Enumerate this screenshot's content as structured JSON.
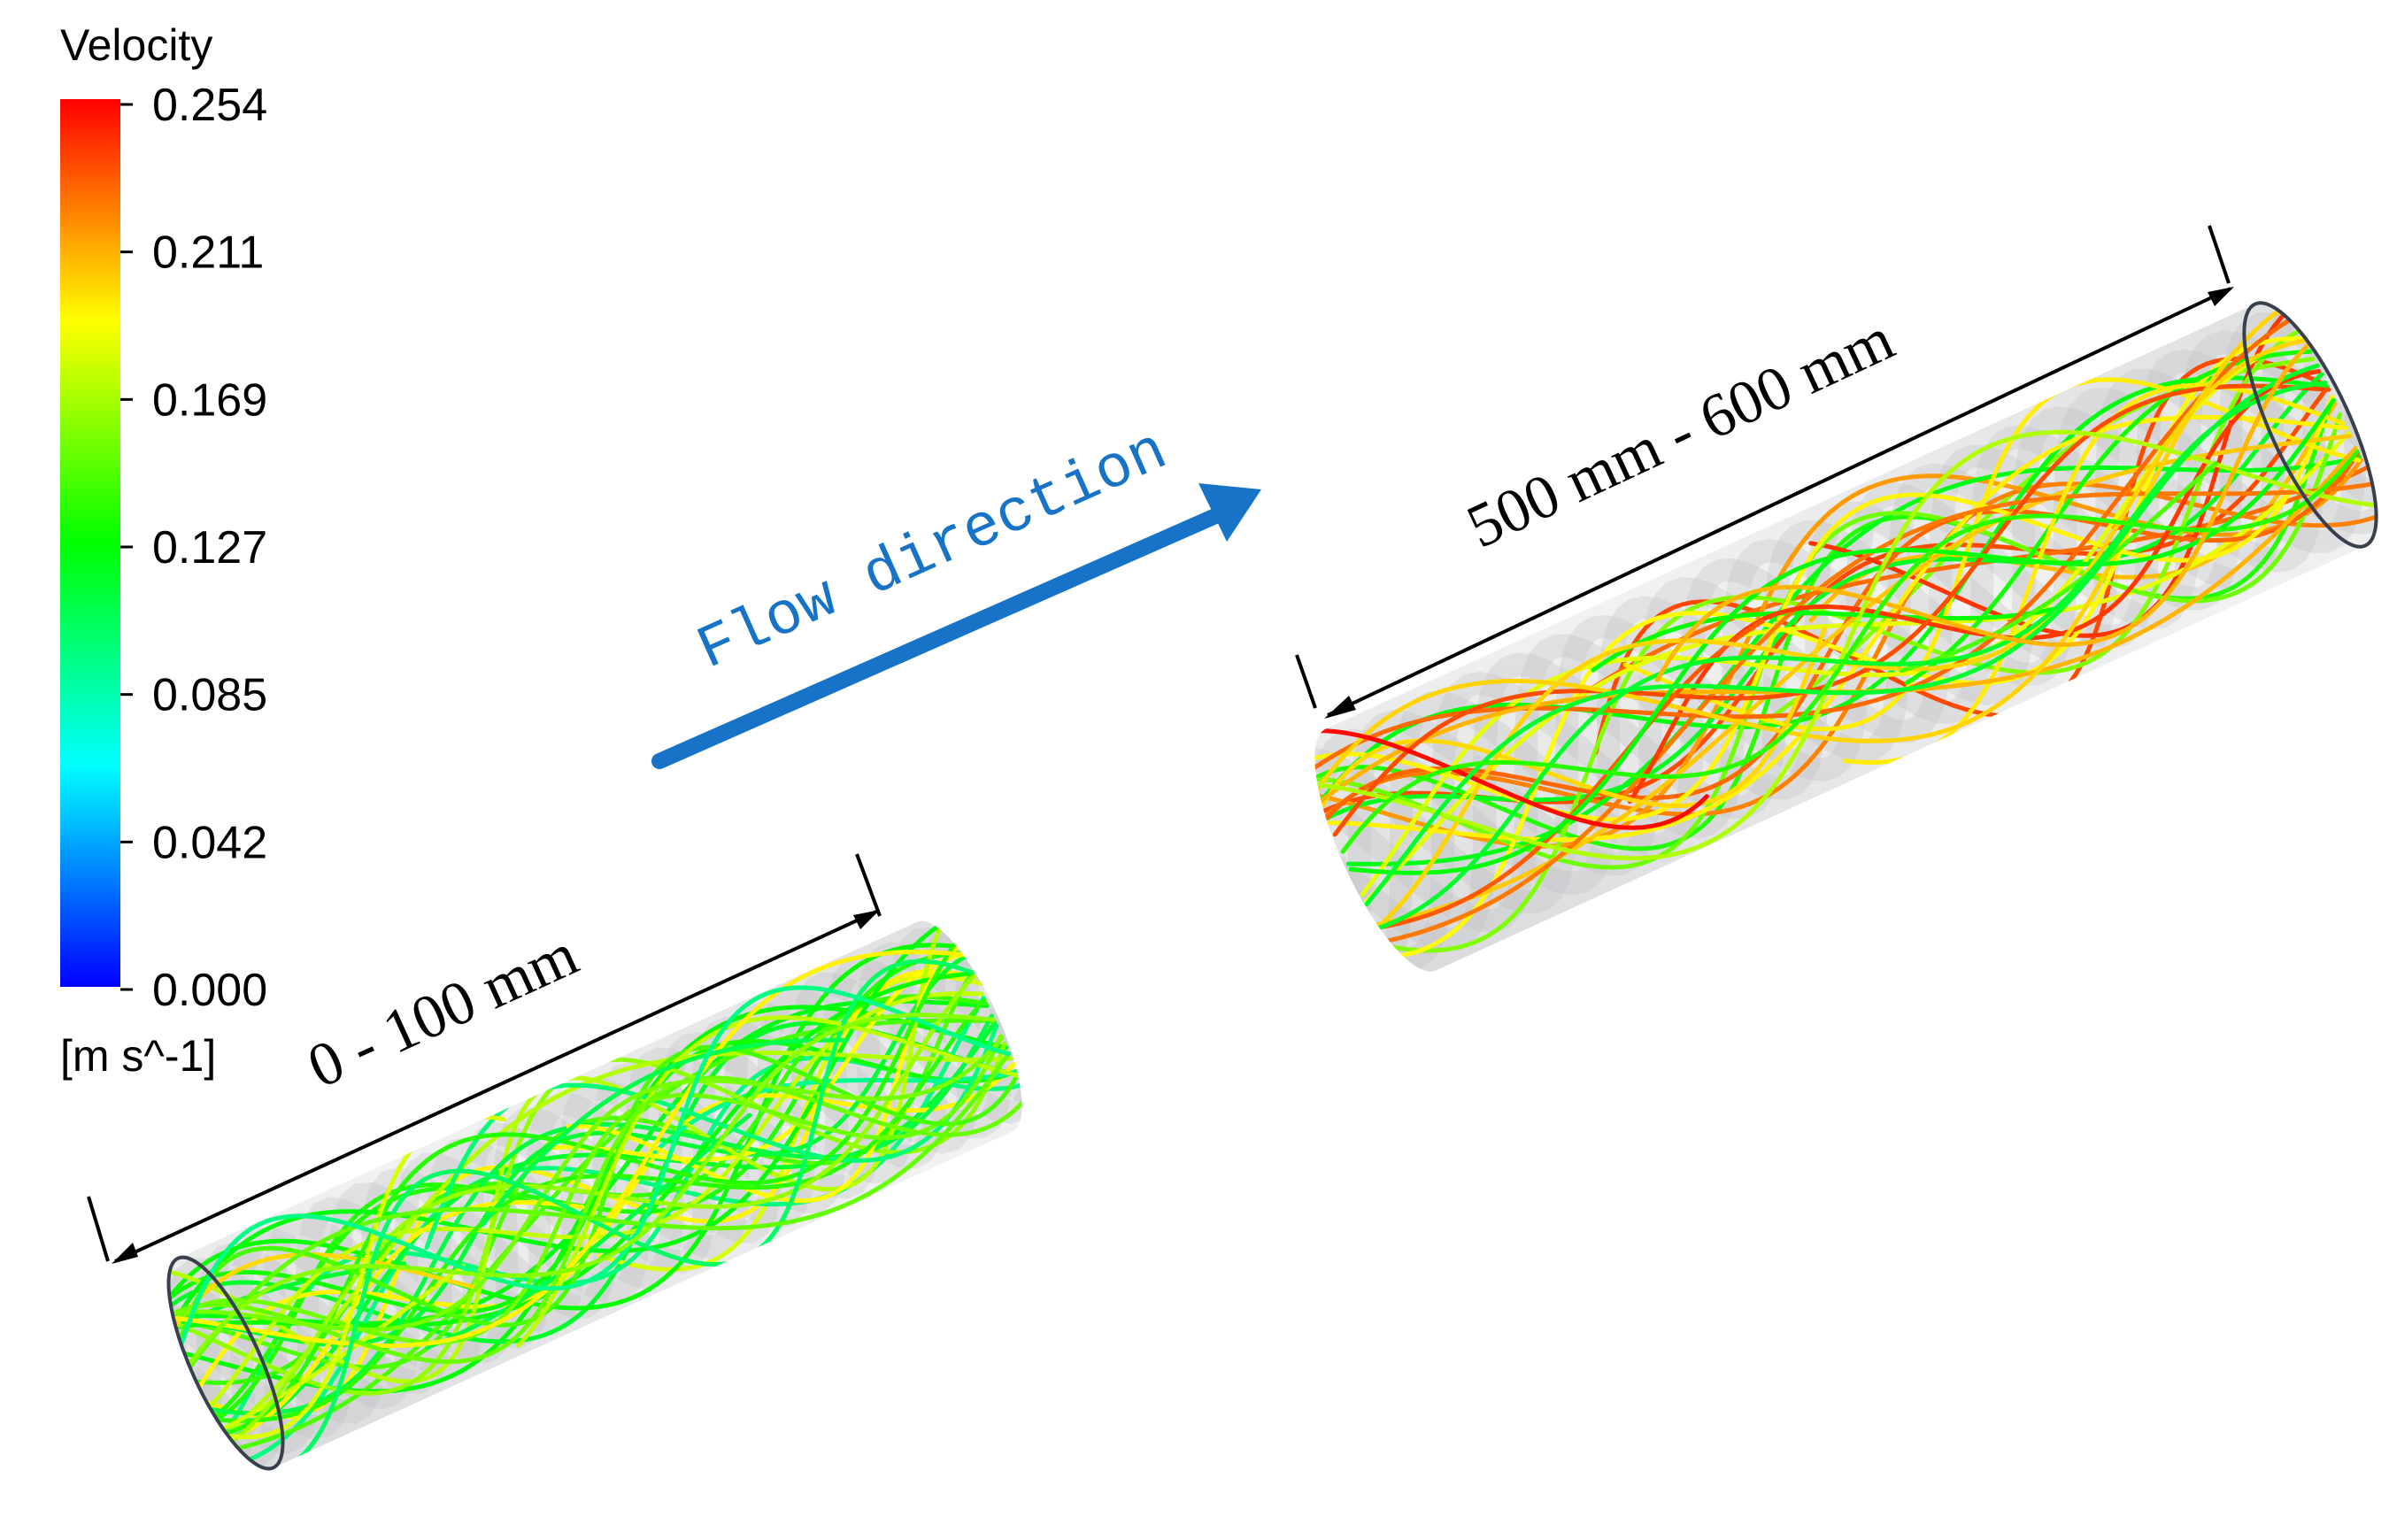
{
  "legend": {
    "title": "Velocity",
    "ticks": [
      "0.254",
      "0.211",
      "0.169",
      "0.127",
      "0.085",
      "0.042",
      "0.000"
    ],
    "unit": "[m s^-1]",
    "gradient": [
      "#ff0000",
      "#ff8000",
      "#ffff00",
      "#80ff00",
      "#00ff00",
      "#00ff80",
      "#00ffff",
      "#0080ff",
      "#0000ff"
    ]
  },
  "flow": {
    "label": "Flow direction",
    "color": "#1673c7"
  },
  "segments": {
    "first": {
      "label": "0  -  100 mm"
    },
    "second": {
      "label": "500 mm  -  600 mm"
    }
  },
  "colors": {
    "pipe_fill": "#d9dadc",
    "pipe_outline": "#38404d",
    "dimension": "#000000"
  }
}
